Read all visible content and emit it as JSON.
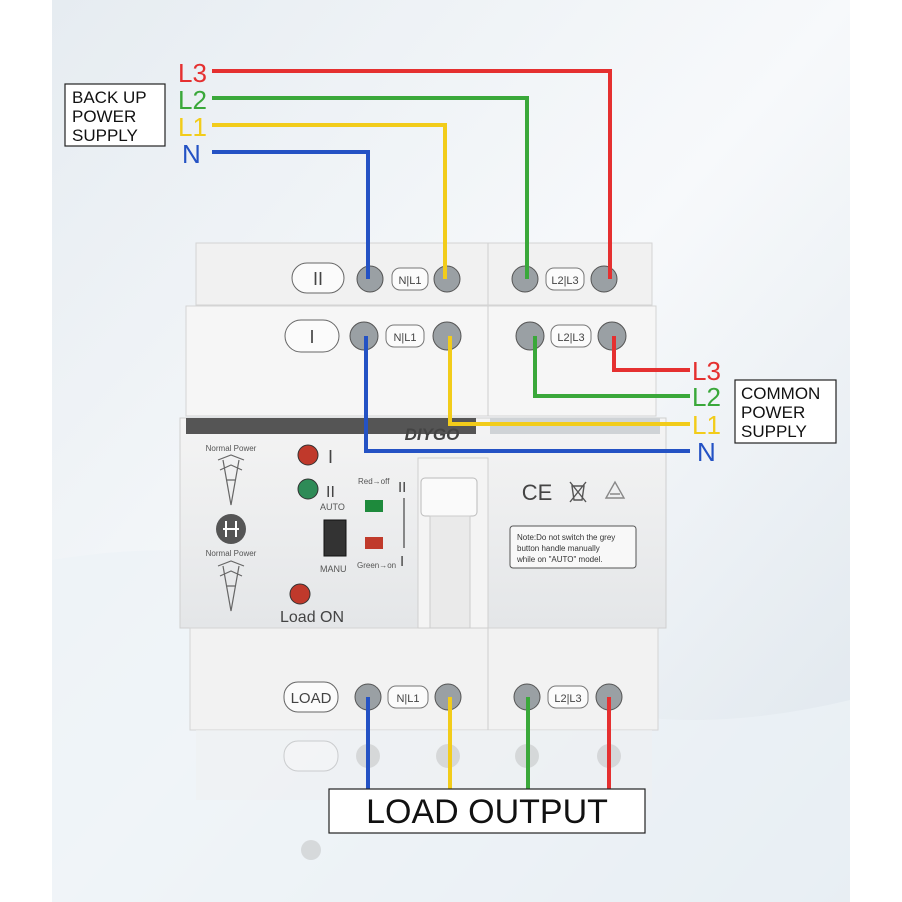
{
  "backup_supply": {
    "label_lines": [
      "BACK UP",
      "POWER",
      "SUPPLY"
    ],
    "lines": [
      {
        "name": "L3",
        "color": "#e53030"
      },
      {
        "name": "L2",
        "color": "#3aa83a"
      },
      {
        "name": "L1",
        "color": "#f2cc1a"
      },
      {
        "name": "N",
        "color": "#2452c4"
      }
    ]
  },
  "common_supply": {
    "label_lines": [
      "COMMON",
      "POWER",
      "SUPPLY"
    ],
    "lines": [
      {
        "name": "L3",
        "color": "#e53030"
      },
      {
        "name": "L2",
        "color": "#3aa83a"
      },
      {
        "name": "L1",
        "color": "#f2cc1a"
      },
      {
        "name": "N",
        "color": "#2452c4"
      }
    ]
  },
  "load_output": {
    "label": "LOAD OUTPUT"
  },
  "device": {
    "brand": "DIYGO",
    "terminals": {
      "switch_two": "II",
      "switch_one": "I",
      "load": "LOAD",
      "n_l1": "N|L1",
      "l2_l3": "L2|L3"
    },
    "panel": {
      "normal_power_top": "Normal Power",
      "normal_power_bottom": "Normal Power",
      "indicator_one": "I",
      "indicator_two": "II",
      "auto": "AUTO",
      "manu": "MANU",
      "red_off": "Red→off",
      "green_on": "Green→on",
      "handle_top": "II",
      "handle_bottom": "I",
      "load_on": "Load ON",
      "ce": "CE",
      "note": [
        "Note:Do not switch the grey",
        "button handle manually",
        "while on \"AUTO\" model."
      ]
    }
  }
}
